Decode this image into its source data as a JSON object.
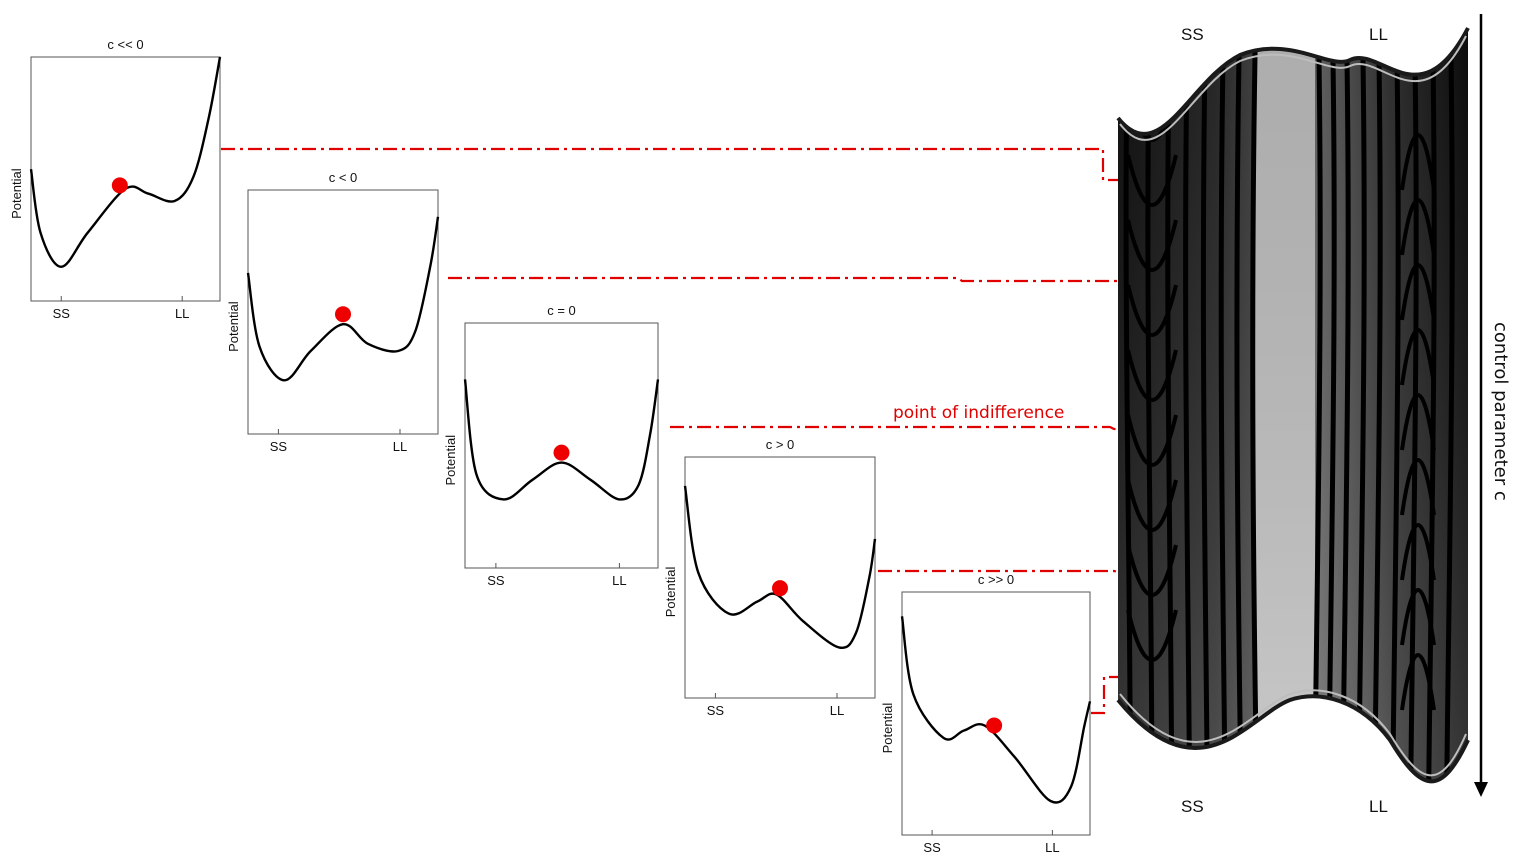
{
  "panels": [
    {
      "title": "c << 0",
      "ylabel": "Potential",
      "xticks": [
        "SS",
        "LL"
      ]
    },
    {
      "title": "c < 0",
      "ylabel": "Potential",
      "xticks": [
        "SS",
        "LL"
      ]
    },
    {
      "title": "c = 0",
      "ylabel": "Potential",
      "xticks": [
        "SS",
        "LL"
      ]
    },
    {
      "title": "c > 0",
      "ylabel": "Potential",
      "xticks": [
        "SS",
        "LL"
      ]
    },
    {
      "title": "c >> 0",
      "ylabel": "Potential",
      "xticks": [
        "SS",
        "LL"
      ]
    }
  ],
  "annotation": {
    "indifference": "point of indifference"
  },
  "surface": {
    "top_labels": [
      "SS",
      "LL"
    ],
    "bottom_labels": [
      "SS",
      "LL"
    ],
    "axis_label": "control parameter c"
  },
  "colors": {
    "guide": "#e00000",
    "ball": "#ee0000",
    "curve": "#000000",
    "surface_light": "#c0c0c0"
  }
}
